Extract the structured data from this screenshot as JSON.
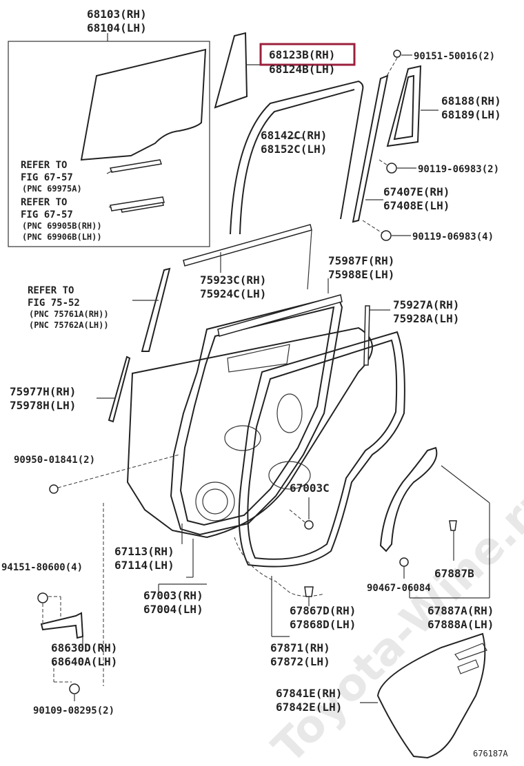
{
  "watermark": "Toyota-Wine.ru",
  "highlight_color": "#9b1f3c",
  "figure_id": "676187A",
  "labels": {
    "p68103": "68103(RH)",
    "p68104": "68104(LH)",
    "p68123b": "68123B(RH)",
    "p68124b": "68124B(LH)",
    "p90151": "90151-50016(2)",
    "p68188": "68188(RH)",
    "p68189": "68189(LH)",
    "p68142c": "68142C(RH)",
    "p68152c": "68152C(LH)",
    "p90119a": "90119-06983(2)",
    "p67407e": "67407E(RH)",
    "p67408e": "67408E(LH)",
    "p90119b": "90119-06983(4)",
    "ref1_a": "REFER TO",
    "ref1_b": "FIG 67-57",
    "ref1_c": "(PNC 69975A)",
    "ref2_a": "REFER TO",
    "ref2_b": "FIG 67-57",
    "ref2_c": "(PNC 69905B(RH))",
    "ref2_d": "(PNC 69906B(LH))",
    "p75923c": "75923C(RH)",
    "p75924c": "75924C(LH)",
    "p75987f": "75987F(RH)",
    "p75988e": "75988E(LH)",
    "ref3_a": "REFER TO",
    "ref3_b": "FIG 75-52",
    "ref3_c": "(PNC 75761A(RH))",
    "ref3_d": "(PNC 75762A(LH))",
    "p75927a": "75927A(RH)",
    "p75928a": "75928A(LH)",
    "p75977h": "75977H(RH)",
    "p75978h": "75978H(LH)",
    "p90950": "90950-01841(2)",
    "p67003c": "67003C",
    "p94151": "94151-80600(4)",
    "p67113": "67113(RH)",
    "p67114": "67114(LH)",
    "p67003": "67003(RH)",
    "p67004": "67004(LH)",
    "p67887b": "67887B",
    "p90467": "90467-06084",
    "p67867d": "67867D(RH)",
    "p67868d": "67868D(LH)",
    "p67887a": "67887A(RH)",
    "p67888a": "67888A(LH)",
    "p68630d": "68630D(RH)",
    "p68640a": "68640A(LH)",
    "p67871": "67871(RH)",
    "p67872": "67872(LH)",
    "p67841e": "67841E(RH)",
    "p67842e": "67842E(LH)",
    "p90109": "90109-08295(2)"
  }
}
